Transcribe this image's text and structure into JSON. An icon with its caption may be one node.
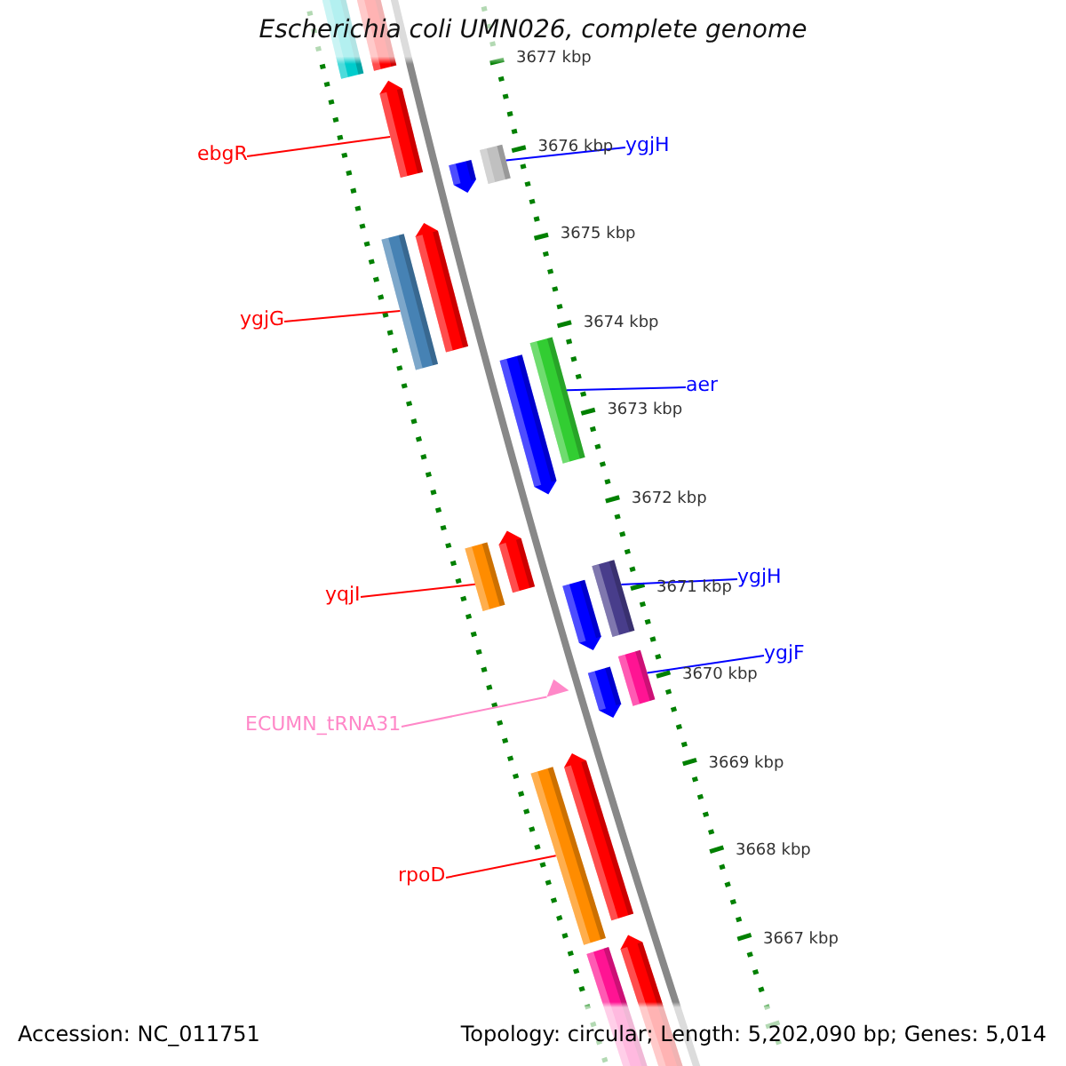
{
  "diagram": {
    "title": "Escherichia coli UMN026, complete genome",
    "nodes": [
      {
        "text": [
          "ebgR"
        ]
      },
      {
        "text": [
          "ygjH"
        ]
      },
      {
        "text": [
          "ygjG"
        ]
      },
      {
        "text": [
          "aer"
        ]
      },
      {
        "text": [
          "yqjI"
        ]
      },
      {
        "text": [
          "ygjH"
        ]
      },
      {
        "text": [
          "ygjF"
        ]
      },
      {
        "text": [
          "ECUMN_tRNA31"
        ]
      },
      {
        "text": [
          "rpoD"
        ]
      },
      {
        "text": [],
        "shape": "bar"
      },
      {
        "text": [],
        "shape": "bar"
      },
      {
        "text": [],
        "shape": "pentagon"
      },
      {
        "text": [],
        "shape": "bar"
      },
      {
        "text": [],
        "shape": "pentagon"
      },
      {
        "text": [],
        "shape": "pentagon"
      },
      {
        "text": [],
        "shape": "bar"
      },
      {
        "text": [],
        "shape": "bar"
      },
      {
        "text": [],
        "shape": "pentagon"
      },
      {
        "text": [],
        "shape": "pentagon"
      },
      {
        "text": [],
        "shape": "bar"
      },
      {
        "text": [],
        "shape": "bar"
      },
      {
        "text": [],
        "shape": "pentagon"
      },
      {
        "text": [],
        "shape": "bar"
      },
      {
        "text": [],
        "shape": "triangle"
      },
      {
        "text": [],
        "shape": "pentagon"
      },
      {
        "text": [],
        "shape": "pentagon"
      },
      {
        "text": [],
        "shape": "bar"
      },
      {
        "text": [],
        "shape": "pentagon"
      },
      {
        "text": [],
        "shape": "bar"
      }
    ],
    "edges": [
      {
        "from": 0,
        "to": 11,
        "arrow": "none"
      },
      {
        "from": 1,
        "to": 12,
        "arrow": "none",
        "color": "#0000ff"
      },
      {
        "from": 2,
        "to": 15,
        "arrow": "none"
      },
      {
        "from": 3,
        "to": 16,
        "arrow": "none",
        "color": "#0000ff"
      },
      {
        "from": 4,
        "to": 19,
        "arrow": "none"
      },
      {
        "from": 5,
        "to": 20,
        "arrow": "none",
        "color": "#0000ff"
      },
      {
        "from": 6,
        "to": 22,
        "arrow": "none",
        "color": "#0000ff"
      },
      {
        "from": 7,
        "to": 23,
        "arrow": "none",
        "color": "#ff88c8"
      },
      {
        "from": 8,
        "to": 26,
        "arrow": "none"
      }
    ],
    "labels": [
      "3677 kbp",
      "3676 kbp",
      "3675 kbp",
      "3674 kbp",
      "3673 kbp",
      "3672 kbp",
      "3671 kbp",
      "3670 kbp",
      "3669 kbp",
      "3668 kbp",
      "3667 kbp",
      "Accession: NC_011751",
      "Topology: circular; Length: 5,202,090 bp; Genes: 5,014"
    ]
  }
}
